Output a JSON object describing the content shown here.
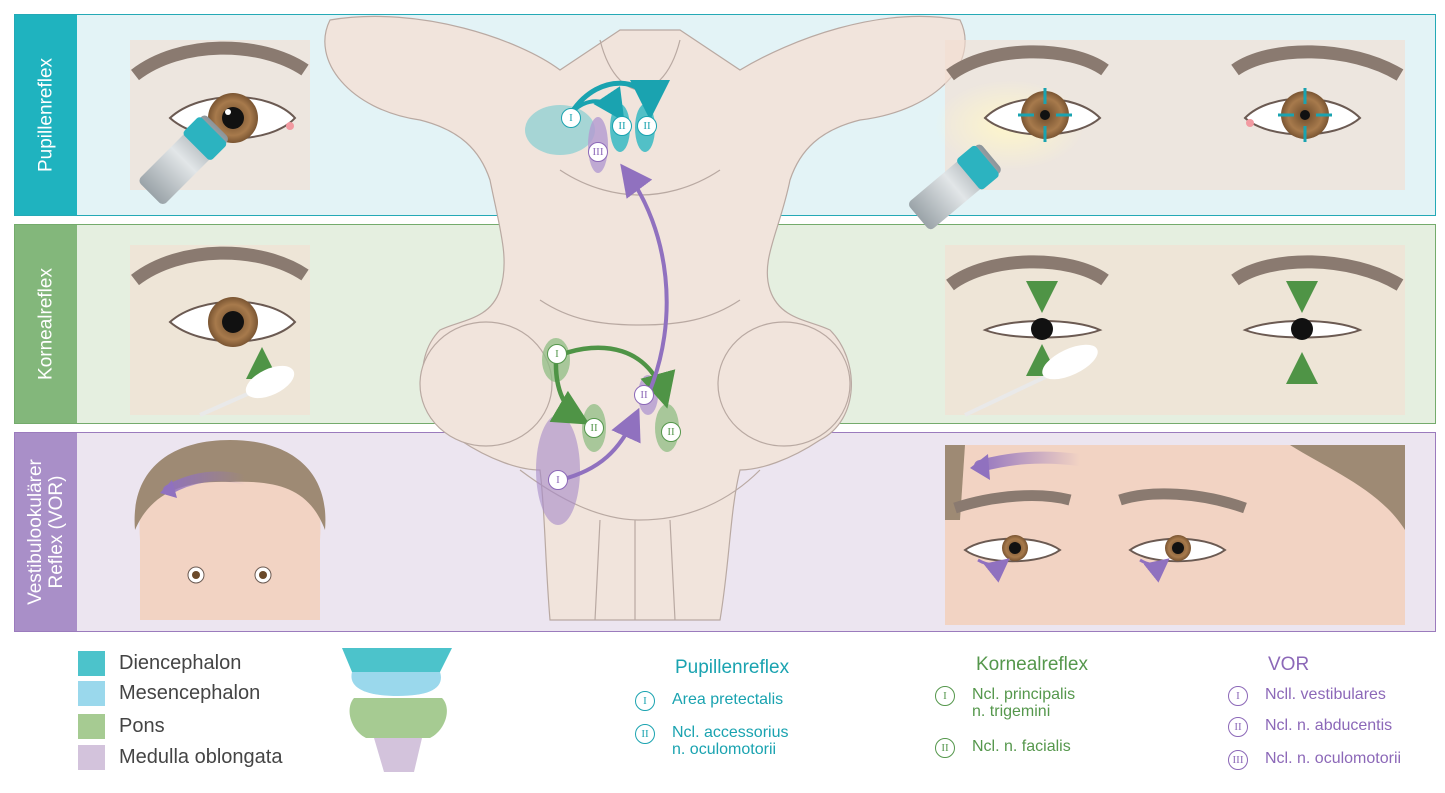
{
  "rows": {
    "pupillen": {
      "label": "Pupillenreflex"
    },
    "korneal": {
      "label": "Kornealreflex"
    },
    "vor": {
      "label_line1": "Vestibulookulärer",
      "label_line2": "Reflex (VOR)"
    }
  },
  "markers": {
    "one": "I",
    "two": "II",
    "three": "III"
  },
  "legend": {
    "items": [
      {
        "label": "Diencephalon",
        "color": "#4cc3cb"
      },
      {
        "label": "Mesencephalon",
        "color": "#9ad8ec"
      },
      {
        "label": "Pons",
        "color": "#a6cb92"
      },
      {
        "label": "Medulla oblongata",
        "color": "#d3c3dc"
      }
    ]
  },
  "key": {
    "pupillen": {
      "title": "Pupillenreflex",
      "entries": [
        {
          "num": "I",
          "text": "Area pretectalis"
        },
        {
          "num": "II",
          "text_line1": "Ncl. accessorius",
          "text_line2": "n. oculomotorii"
        }
      ]
    },
    "korneal": {
      "title": "Kornealreflex",
      "entries": [
        {
          "num": "I",
          "text_line1": "Ncl. principalis",
          "text_line2": "n. trigemini"
        },
        {
          "num": "II",
          "text": "Ncl. n. facialis"
        }
      ]
    },
    "vor": {
      "title": "VOR",
      "entries": [
        {
          "num": "I",
          "text": "Ncll. vestibulares"
        },
        {
          "num": "II",
          "text": "Ncl. n. abducentis"
        },
        {
          "num": "III",
          "text": "Ncl. n. oculomotorii"
        }
      ]
    }
  },
  "colors": {
    "teal": "#1aa3b0",
    "green": "#55974c",
    "violet": "#8c68b8",
    "brainstem": "#f1e4dc"
  }
}
